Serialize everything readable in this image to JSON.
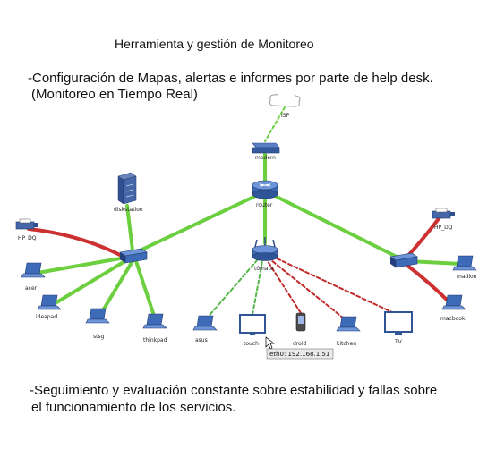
{
  "header": {
    "title": "Herramienta y gestión de Monitoreo",
    "line1": "-Configuración de Mapas, alertas e informes por parte de help desk.",
    "line2": "(Monitoreo en Tiempo Real)"
  },
  "footer": {
    "line1": "-Seguimiento y evaluación constante sobre estabilidad y fallas sobre",
    "line2": "el funcionamiento de los servicios."
  },
  "network": {
    "colors": {
      "up": "#6ccf3f",
      "down": "#cc3030",
      "wifi_up": "#55b848",
      "wifi_down": "#c02a2a"
    },
    "nodes": {
      "isp": "ISP",
      "modem": "modem",
      "router": "router",
      "diskstation": "diskstation",
      "left_switch": "",
      "right_switch": "",
      "ap": "tómate",
      "hp_left": "HP_DQ",
      "acer": "acer",
      "ideapad": "ideapad",
      "stsg": "stsg",
      "thinkpad": "thinkpad",
      "asus": "asus",
      "touch": "touch",
      "droid": "droid",
      "kitchen": "kitchen",
      "tv": "TV",
      "hp_right": "HP_DQ",
      "madion": "madion",
      "macbook": "macbook"
    },
    "tooltip": "eth0: 192.168.1.51"
  }
}
